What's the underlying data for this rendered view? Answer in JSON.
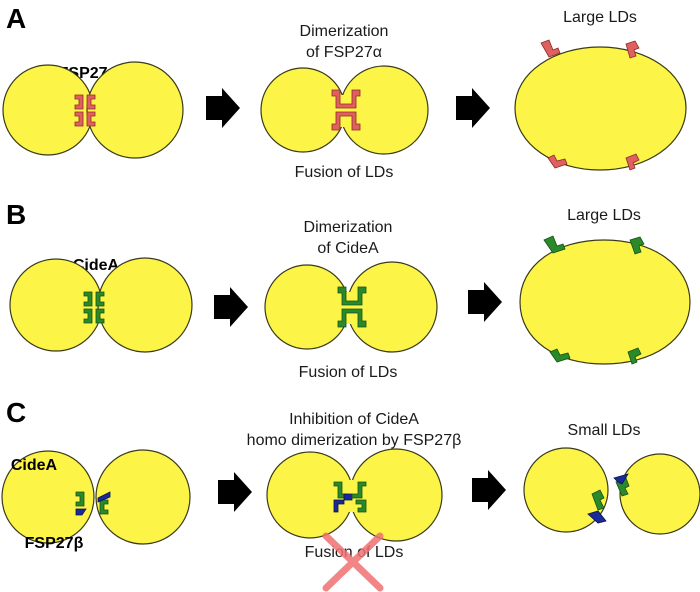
{
  "panels": [
    {
      "letter": "A",
      "protein_label": "FSP27α",
      "middle_caption_line1": "Dimerization",
      "middle_caption_line2": "of FSP27α",
      "fusion_caption": "Fusion of LDs",
      "result_caption": "Large LDs",
      "protein_color": "#e06060"
    },
    {
      "letter": "B",
      "protein_label": "CideA",
      "middle_caption_line1": "Dimerization",
      "middle_caption_line2": "of CideA",
      "fusion_caption": "Fusion of LDs",
      "result_caption": "Large LDs",
      "protein_color": "#2a8a2a"
    },
    {
      "letter": "C",
      "protein_label": "CideA",
      "protein_label_2": "FSP27β",
      "middle_caption_line1": "Inhibition of CideA",
      "middle_caption_line2": "homo dimerization by FSP27β",
      "fusion_caption": "Fusion of LDs",
      "result_caption": "Small LDs",
      "protein_color": "#2a8a2a",
      "protein_color_2": "#1a2a9a",
      "blocked_mark_color": "#f07070"
    }
  ],
  "colors": {
    "lipid_droplet": "#fcf447",
    "arrow": "#000000"
  }
}
